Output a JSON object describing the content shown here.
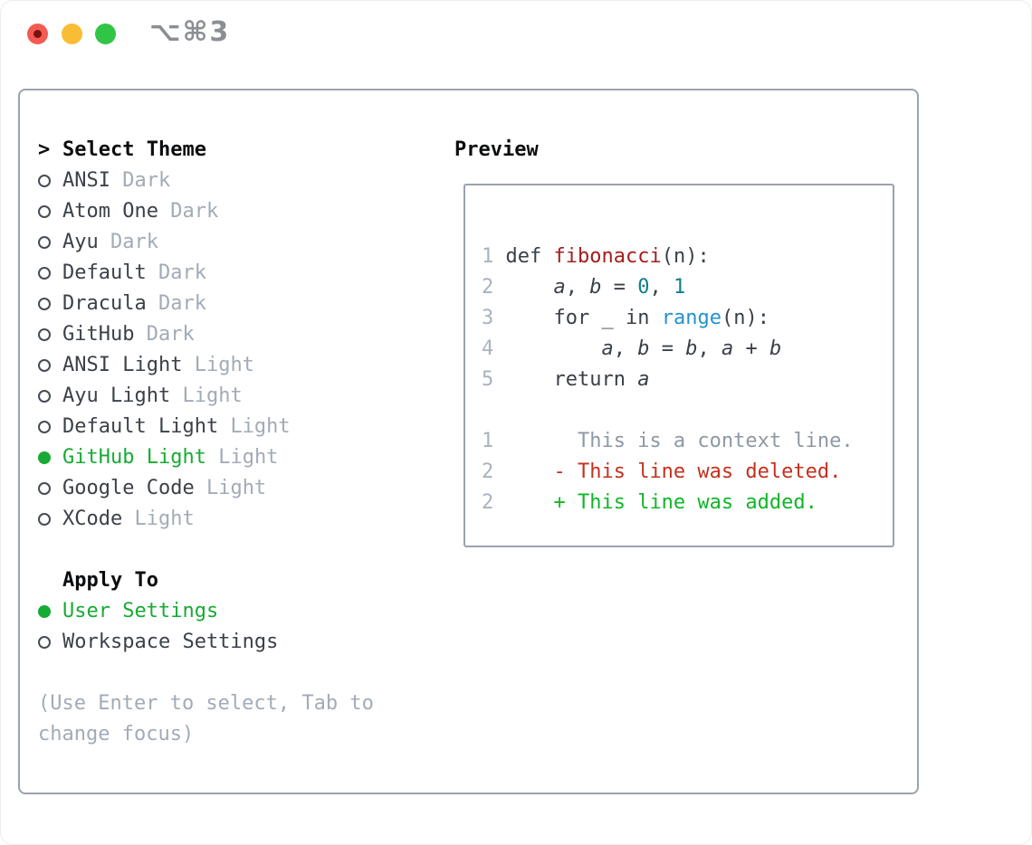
{
  "titlebar": {
    "title": "⌥⌘3"
  },
  "colors": {
    "accent_green": "#17ab33",
    "added_green": "#11b529",
    "deleted_red": "#c4301e",
    "function_red": "#a31d1d",
    "number_teal": "#0c8089",
    "builtin_blue": "#2492cf",
    "muted_gray": "#a2abb7",
    "border_gray": "#9aa3ae"
  },
  "theme_selector": {
    "header_marker": ">",
    "header": "Select Theme",
    "items": [
      {
        "name": "ANSI",
        "tag": "Dark",
        "selected": false
      },
      {
        "name": "Atom One",
        "tag": "Dark",
        "selected": false
      },
      {
        "name": "Ayu",
        "tag": "Dark",
        "selected": false
      },
      {
        "name": "Default",
        "tag": "Dark",
        "selected": false
      },
      {
        "name": "Dracula",
        "tag": "Dark",
        "selected": false
      },
      {
        "name": "GitHub",
        "tag": "Dark",
        "selected": false
      },
      {
        "name": "ANSI Light",
        "tag": "Light",
        "selected": false
      },
      {
        "name": "Ayu Light",
        "tag": "Light",
        "selected": false
      },
      {
        "name": "Default Light",
        "tag": "Light",
        "selected": false
      },
      {
        "name": "GitHub Light",
        "tag": "Light",
        "selected": true
      },
      {
        "name": "Google Code",
        "tag": "Light",
        "selected": false
      },
      {
        "name": "XCode",
        "tag": "Light",
        "selected": false
      }
    ]
  },
  "apply_to": {
    "header": "Apply To",
    "items": [
      {
        "name": "User Settings",
        "selected": true
      },
      {
        "name": "Workspace Settings",
        "selected": false
      }
    ]
  },
  "footer_hint": "(Use Enter to select, Tab to change focus)",
  "preview": {
    "header": "Preview",
    "rows": [
      {
        "n": "",
        "toks": []
      },
      {
        "n": "1",
        "toks": [
          [
            "k",
            "def "
          ],
          [
            "f",
            "fibonacci"
          ],
          [
            "p",
            "(n):"
          ]
        ]
      },
      {
        "n": "2",
        "toks": [
          [
            "p",
            "    "
          ],
          [
            "v",
            "a"
          ],
          [
            "p",
            ", "
          ],
          [
            "v",
            "b"
          ],
          [
            "p",
            " = "
          ],
          [
            "num",
            "0"
          ],
          [
            "p",
            ", "
          ],
          [
            "num",
            "1"
          ]
        ]
      },
      {
        "n": "3",
        "toks": [
          [
            "k",
            "    for "
          ],
          [
            "p",
            "_ "
          ],
          [
            "k",
            "in "
          ],
          [
            "b",
            "range"
          ],
          [
            "p",
            "(n):"
          ]
        ]
      },
      {
        "n": "4",
        "toks": [
          [
            "p",
            "        "
          ],
          [
            "v",
            "a"
          ],
          [
            "p",
            ", "
          ],
          [
            "v",
            "b"
          ],
          [
            "p",
            " = "
          ],
          [
            "v",
            "b"
          ],
          [
            "p",
            ", "
          ],
          [
            "v",
            "a"
          ],
          [
            "p",
            " + "
          ],
          [
            "v",
            "b"
          ]
        ]
      },
      {
        "n": "5",
        "toks": [
          [
            "k",
            "    return "
          ],
          [
            "v",
            "a"
          ]
        ]
      },
      {
        "n": "",
        "toks": []
      },
      {
        "n": "1",
        "toks": [
          [
            "ctx",
            "      This is a context line."
          ]
        ]
      },
      {
        "n": "2",
        "toks": [
          [
            "del",
            "    - This line was deleted."
          ]
        ]
      },
      {
        "n": "2",
        "toks": [
          [
            "add",
            "    + This line was added."
          ]
        ]
      }
    ]
  }
}
